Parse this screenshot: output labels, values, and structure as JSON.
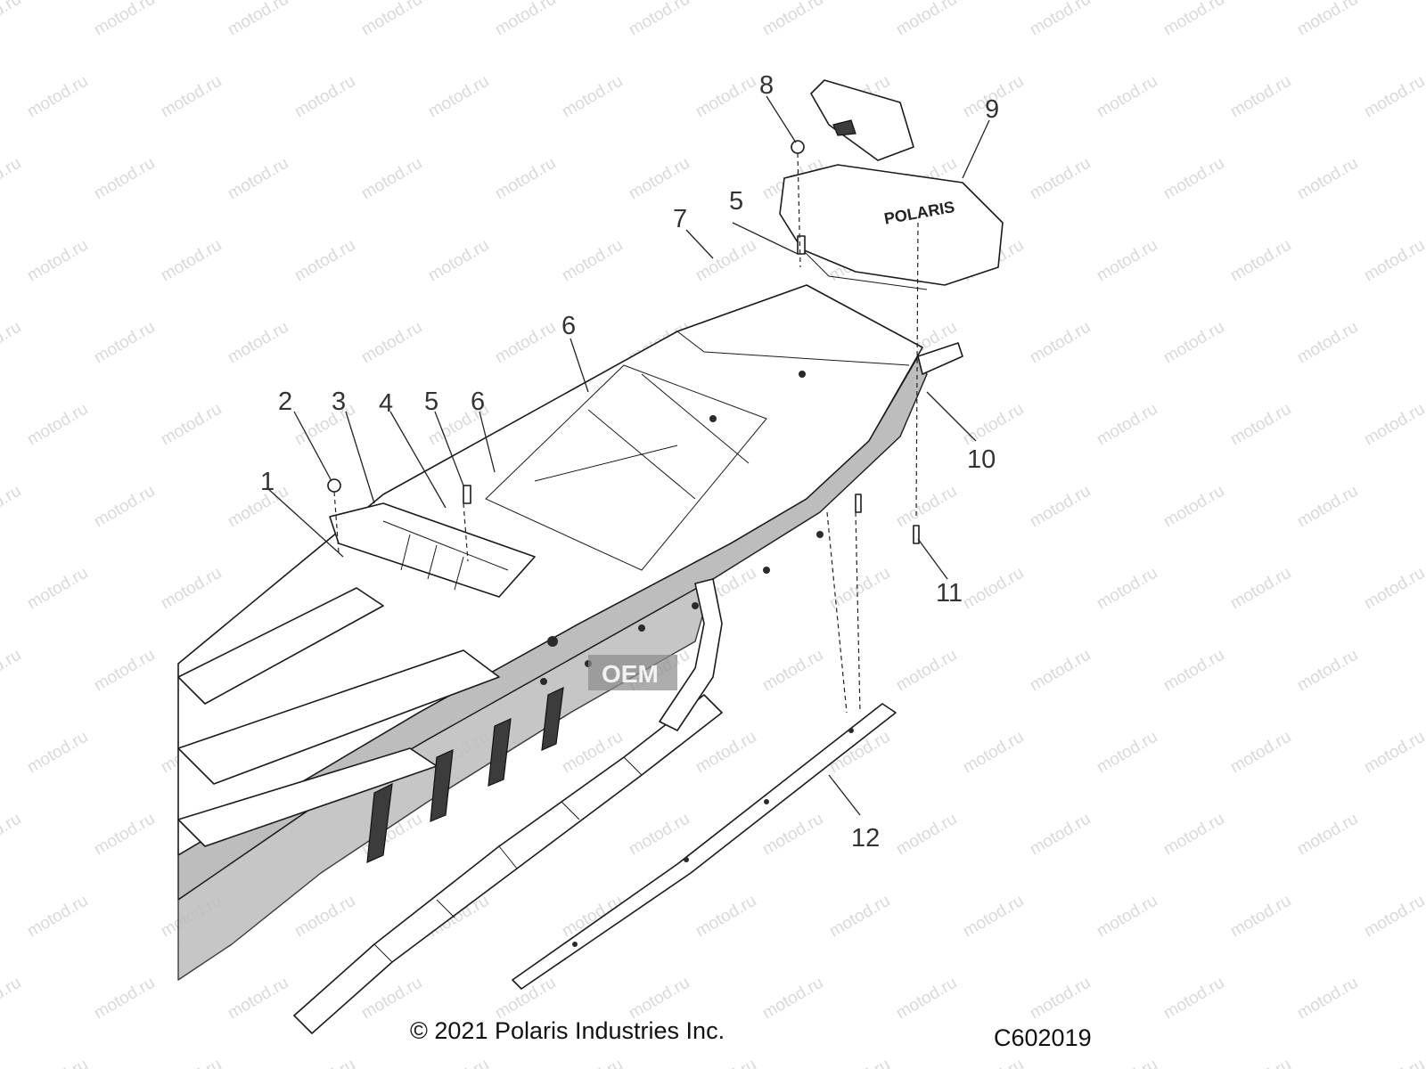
{
  "watermark": "motod.ru",
  "brand_mark": "POLARIS",
  "oem_mark": "OEM",
  "callouts": [
    "1",
    "2",
    "3",
    "4",
    "5",
    "5",
    "6",
    "6",
    "7",
    "8",
    "9",
    "10",
    "11",
    "12"
  ],
  "footer": {
    "copyright": "© 2021 Polaris Industries Inc.",
    "drawing_code": "C602019"
  },
  "colors": {
    "shade": "#bdbdbd",
    "line": "#1a1a1a",
    "watermark": "#d9d9d9"
  }
}
